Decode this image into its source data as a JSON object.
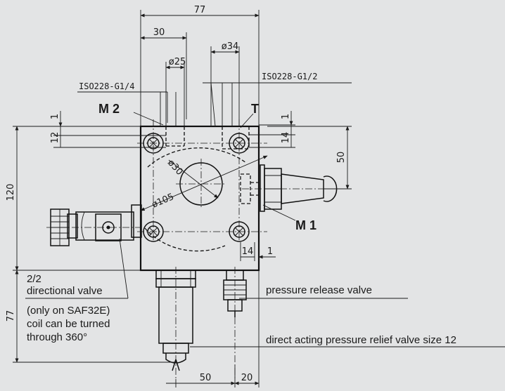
{
  "dimensions": {
    "d77_top": "77",
    "d30": "30",
    "d34": "ø34",
    "d25": "ø25",
    "d1_left_top": "1",
    "d12": "12",
    "d1_right_top": "1",
    "d14_right": "14",
    "d50_right": "50",
    "d120": "120",
    "d30_bore": "ø30",
    "d105": "ø105",
    "d14_bottom": "14",
    "d1_bottom": "1",
    "d77_left": "77",
    "d50_bottom": "50",
    "d20_bottom": "20"
  },
  "threads": {
    "left": "ISO228-G1/4",
    "right": "ISO228-G1/2"
  },
  "ports": {
    "m2": "M 2",
    "t": "T",
    "m1": "M 1"
  },
  "notes": {
    "valve_line1": "2/2",
    "valve_line2": "directional valve",
    "valve_line3": "(only on SAF32E)",
    "valve_line4": "coil can be turned",
    "valve_line5": "through 360°",
    "pressure_release": "pressure release valve",
    "relief_valve": "direct acting pressure relief valve size 12"
  },
  "colors": {
    "background": "#e3e4e5",
    "block_fill": "#ffffff",
    "line": "#111111"
  }
}
